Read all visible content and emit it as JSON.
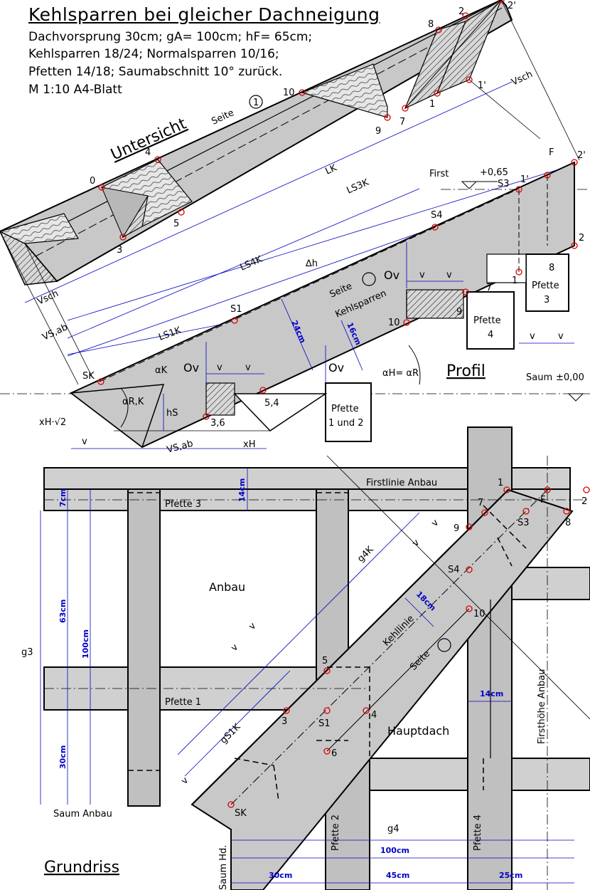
{
  "header": {
    "title": "Kehlsparren bei gleicher Dachneigung",
    "spec_line1": "Dachvorsprung 30cm; gA= 100cm; hF= 65cm;",
    "spec_line2": "Kehlsparren 18/24; Normalsparren 10/16;",
    "spec_line3": "Pfetten 14/18; Saumabschnitt 10° zurück.",
    "spec_line4": "M 1:10        A4-Blatt"
  },
  "sections": {
    "untersicht": "Untersicht",
    "profil": "Profil",
    "grundriss": "Grundriss"
  },
  "untersicht_points": {
    "p2": "2",
    "p2p": "2'",
    "p8": "8",
    "p1p": "1'",
    "p10": "10",
    "p9": "9",
    "p7": "7",
    "p1": "1",
    "p4": "4",
    "p0": "0",
    "p5": "5",
    "p3": "3"
  },
  "untersicht_labels": {
    "seite": "Seite",
    "seite_num": "1",
    "lk": "LK",
    "ls3k": "LS3K",
    "ls4k": "LS4K",
    "ls1k": "LS1K",
    "vsch_top": "Vsch",
    "vsch_left": "Vsch",
    "vsab": "VS,ab"
  },
  "profil_labels": {
    "first": "First",
    "first_value": "+0,65",
    "s3": "S3",
    "p1p": "1'",
    "f": "F",
    "p2p": "2'",
    "s4": "S4",
    "p2": "2",
    "p1": "1",
    "p7": "7",
    "p9": "9",
    "p10": "10",
    "s1": "S1",
    "sk": "SK",
    "p54": "5,4",
    "p36": "3,6",
    "dh": "∆h",
    "ov": "Ov",
    "v": "v",
    "seite_kehl": "Seite",
    "kehlsparren": "Kehlsparren",
    "dim_24": "24cm",
    "dim_16": "16cm",
    "alpha_k": "αK",
    "alpha_rk": "αR,K",
    "alpha_h": "αH= αR",
    "hs": "hS",
    "xh_root": "xH·√2",
    "xh": "xH",
    "vsab": "VS,ab",
    "saum": "Saum",
    "saum_value": "±0,00",
    "pfette_12": [
      "Pfette",
      "1 und 2"
    ],
    "pfette_4": [
      "Pfette",
      "4"
    ],
    "pfette_3": [
      "Pfette",
      "3"
    ],
    "p8": "8"
  },
  "grundriss_labels": {
    "firstlinie": "Firstlinie Anbau",
    "pfette3": "Pfette 3",
    "pfette1": "Pfette 1",
    "pfette2": "Pfette 2",
    "pfette4": "Pfette 4",
    "anbau": "Anbau",
    "hauptdach": "Hauptdach",
    "kehllinie": "Kehllinie",
    "seite": "Seite",
    "firsthoehe": "Firsthöhe Anbau",
    "saum_anbau": "Saum Anbau",
    "saum_hd": "Saum Hd.",
    "g3": "g3",
    "g4": "g4",
    "g4k": "g4K",
    "gs1k": "gS1K",
    "dim_7": "7cm",
    "dim_63": "63cm",
    "dim_100v": "100cm",
    "dim_30v": "30cm",
    "dim_14a": "14cm",
    "dim_14b": "14cm",
    "dim_18": "18cm",
    "dim_100h": "100cm",
    "dim_30h": "30cm",
    "dim_45": "45cm",
    "dim_25": "25cm",
    "v": "v",
    "p1": "1",
    "p2": "2",
    "p7": "7",
    "p9": "9",
    "pF": "F",
    "pS3": "S3",
    "p8": "8",
    "pS4": "S4",
    "p10": "10",
    "p5": "5",
    "p3": "3",
    "pS1": "S1",
    "p4": "4",
    "p6": "6",
    "pSK": "SK"
  }
}
